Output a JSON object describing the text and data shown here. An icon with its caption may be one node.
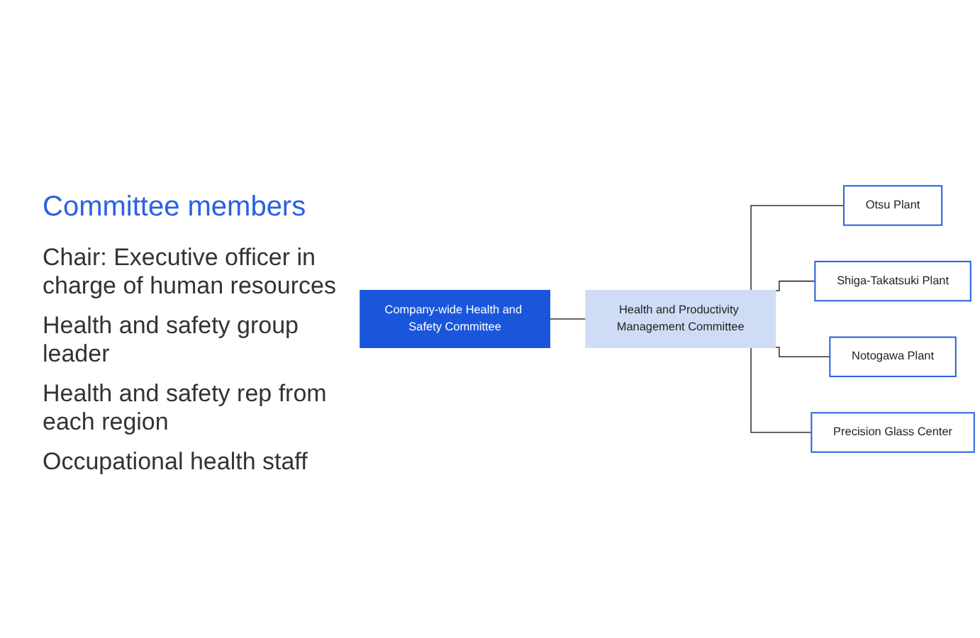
{
  "diagram": {
    "nodes": [
      {
        "text": [
          "Company-wide Health and Safety Committee"
        ]
      },
      {
        "text": [
          "Health and Productivity Management Committee"
        ]
      },
      {
        "text": [
          "Otsu Plant"
        ]
      },
      {
        "text": [
          "Shiga-Takatsuki Plant"
        ]
      },
      {
        "text": [
          "Notogawa Plant"
        ]
      },
      {
        "text": [
          "Precision Glass Center"
        ]
      }
    ],
    "edges": [
      {
        "from": 0,
        "to": 1,
        "arrow": "none"
      },
      {
        "from": 1,
        "to": 2,
        "arrow": "none"
      },
      {
        "from": 1,
        "to": 3,
        "arrow": "none"
      },
      {
        "from": 1,
        "to": 4,
        "arrow": "none"
      },
      {
        "from": 1,
        "to": 5,
        "arrow": "none"
      }
    ],
    "labels": [
      "Committee members",
      "Chair: Executive officer in charge of human resources",
      "Health and safety group leader",
      "Health and safety rep from each region",
      "Occupational health staff"
    ]
  }
}
